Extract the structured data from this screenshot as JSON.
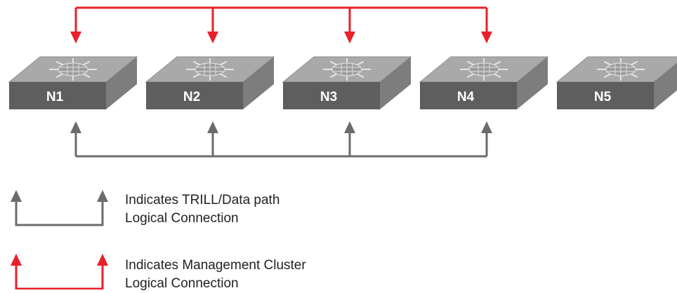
{
  "colors": {
    "management": "#e8202a",
    "data_path": "#6b6b6b",
    "switch_front": "#5e5e5e",
    "switch_top": "#a9a9a9",
    "switch_side": "#7d7d7d",
    "label_text": "#ffffff"
  },
  "switches": [
    {
      "id": "N1",
      "label": "N1",
      "management_connected": true,
      "data_path_connected": true
    },
    {
      "id": "N2",
      "label": "N2",
      "management_connected": true,
      "data_path_connected": true
    },
    {
      "id": "N3",
      "label": "N3",
      "management_connected": true,
      "data_path_connected": true
    },
    {
      "id": "N4",
      "label": "N4",
      "management_connected": true,
      "data_path_connected": true
    },
    {
      "id": "N5",
      "label": "N5",
      "management_connected": false,
      "data_path_connected": false
    }
  ],
  "switch_icon": "network-switch-icon",
  "legend": [
    {
      "icon": "data-path-connection-icon",
      "line1": "Indicates TRILL/Data path",
      "line2": "Logical Connection"
    },
    {
      "icon": "management-connection-icon",
      "line1": "Indicates Management Cluster",
      "line2": "Logical Connection"
    }
  ]
}
